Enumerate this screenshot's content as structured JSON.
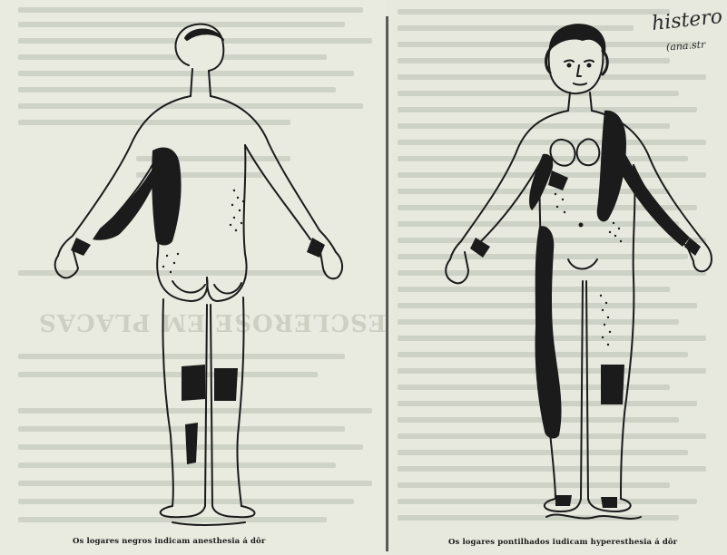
{
  "captions": {
    "left": "Os logares negros indicam anesthesia á dôr",
    "right": "Os logares pontilhados iudicam hyperesthesia á dôr"
  },
  "handwriting": {
    "line1": "histero",
    "line2": "(ana.str"
  },
  "bleed_through_title": "SIGNAES DA ESCLEROSE EM PLACAS",
  "figures": [
    {
      "name": "back-view",
      "icon": "human-figure-back-icon"
    },
    {
      "name": "front-view",
      "icon": "human-figure-front-icon"
    }
  ],
  "colors": {
    "paper": "#e8eadf",
    "ink": "#1b1b1b",
    "bleed_through": "#c6c9bd"
  }
}
